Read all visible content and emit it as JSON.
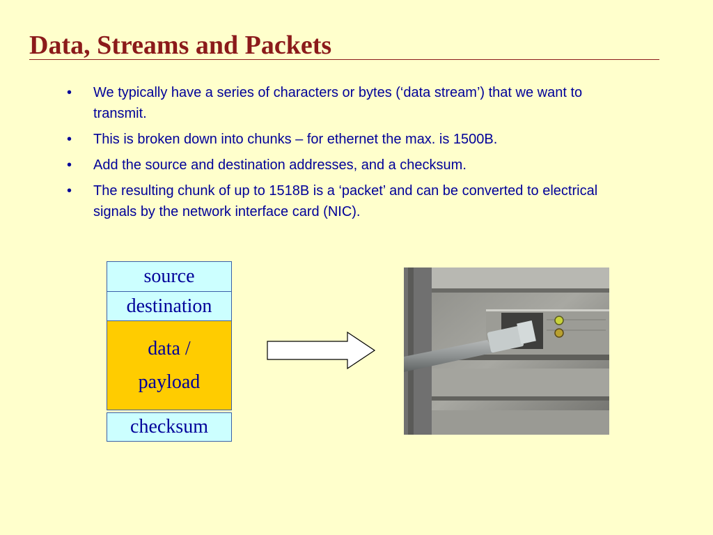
{
  "slide": {
    "title": "Data, Streams and Packets",
    "bullet_symbol": "•",
    "bullets": [
      "We typically have a series of characters or bytes (‘data stream’) that we want to transmit.",
      "This is broken down into chunks – for ethernet the max. is 1500B.",
      "Add the source and destination addresses, and a checksum.",
      "The resulting chunk of up to 1518B is a ‘packet’ and can be converted to electrical signals by the network interface card (NIC)."
    ]
  },
  "packet": {
    "source": "source",
    "destination": "destination",
    "payload_line1": "data /",
    "payload_line2": "payload",
    "checksum": "checksum"
  },
  "colors": {
    "background": "#ffffcc",
    "title": "#8b1a1a",
    "text": "#000099",
    "header_cell": "#ccffff",
    "payload_cell": "#ffcc00"
  }
}
